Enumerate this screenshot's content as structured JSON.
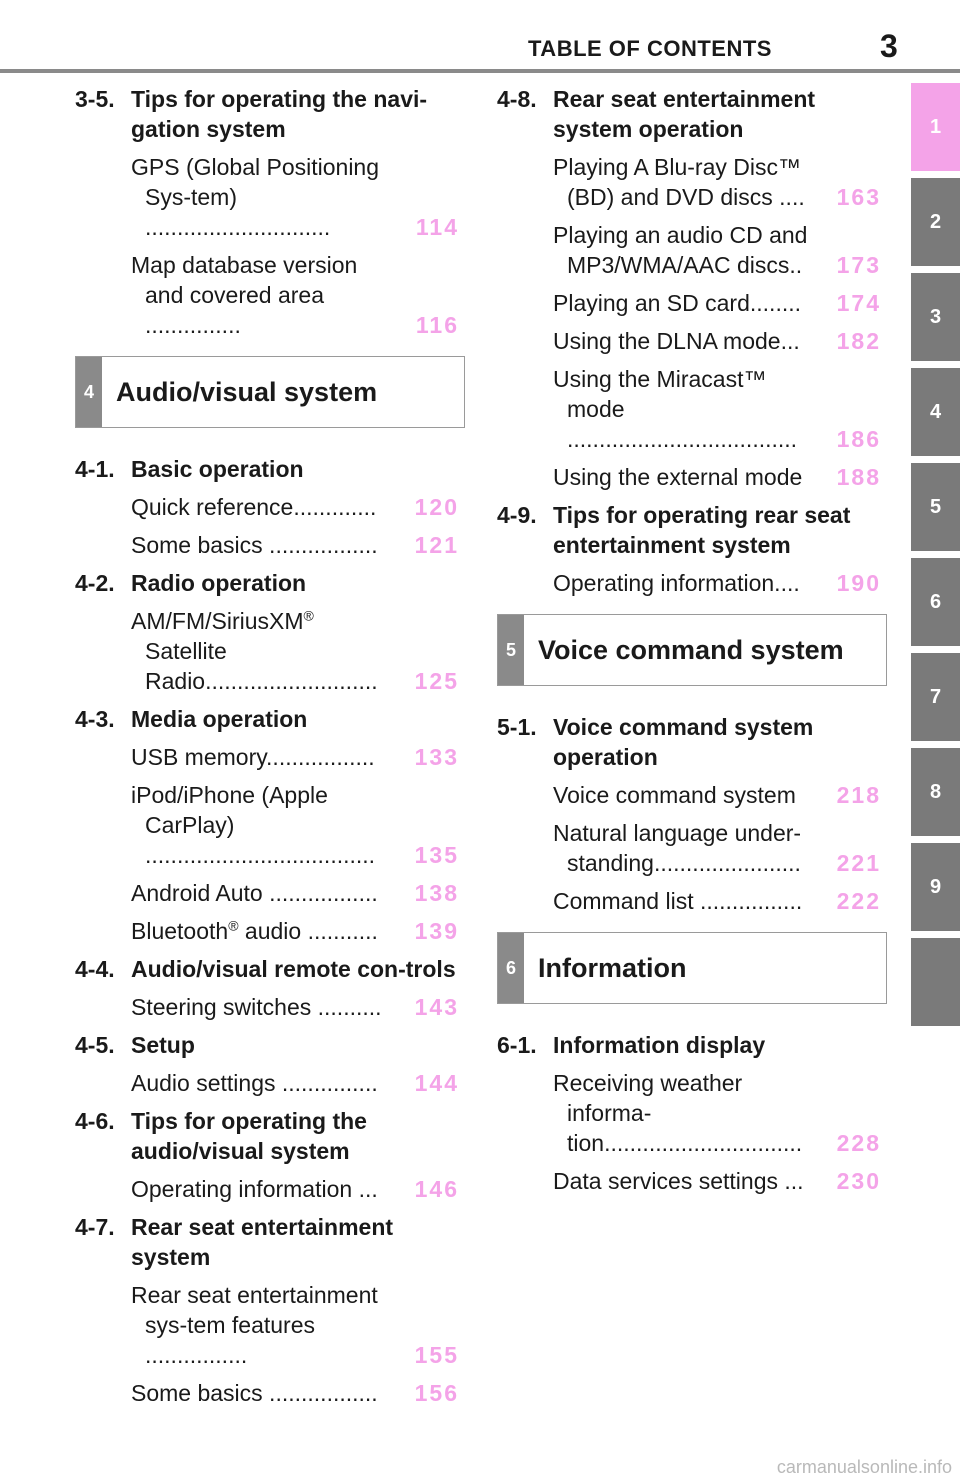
{
  "header": {
    "title": "TABLE OF CONTENTS",
    "page_number": "3"
  },
  "tabs": [
    "1",
    "2",
    "3",
    "4",
    "5",
    "6",
    "7",
    "8",
    "9",
    ""
  ],
  "left": {
    "sec_35": {
      "num": "3-5.",
      "title": "Tips for operating the navi-gation system",
      "e1": {
        "label": "GPS (Global Positioning Sys-tem) .............................",
        "page": "114"
      },
      "e2": {
        "label": "Map database version and covered area ...............",
        "page": "116"
      }
    },
    "chapter4": {
      "num": "4",
      "title": "Audio/visual system"
    },
    "sec_41": {
      "num": "4-1.",
      "title": "Basic operation",
      "e1": {
        "label": "Quick reference.............",
        "page": "120"
      },
      "e2": {
        "label": "Some basics .................",
        "page": "121"
      }
    },
    "sec_42": {
      "num": "4-2.",
      "title": "Radio operation",
      "e1": {
        "label_a": "AM/FM/SiriusXM",
        "sup": "®",
        "label_b": " Satellite Radio...........................",
        "page": "125"
      }
    },
    "sec_43": {
      "num": "4-3.",
      "title": "Media operation",
      "e1": {
        "label": "USB memory.................",
        "page": "133"
      },
      "e2": {
        "label": "iPod/iPhone (Apple CarPlay) ....................................",
        "page": "135"
      },
      "e3": {
        "label": "Android Auto .................",
        "page": "138"
      },
      "e4": {
        "label_a": "Bluetooth",
        "sup": "®",
        "label_b": " audio ...........",
        "page": "139"
      }
    },
    "sec_44": {
      "num": "4-4.",
      "title": "Audio/visual remote con-trols",
      "e1": {
        "label": "Steering switches ..........",
        "page": "143"
      }
    },
    "sec_45": {
      "num": "4-5.",
      "title": "Setup",
      "e1": {
        "label": "Audio settings ...............",
        "page": "144"
      }
    },
    "sec_46": {
      "num": "4-6.",
      "title": "Tips for operating the audio/visual system",
      "e1": {
        "label": "Operating information ...",
        "page": "146"
      }
    },
    "sec_47": {
      "num": "4-7.",
      "title": "Rear seat entertainment system",
      "e1": {
        "label": "Rear seat entertainment sys-tem features ................",
        "page": "155"
      },
      "e2": {
        "label": "Some basics .................",
        "page": "156"
      }
    }
  },
  "right": {
    "sec_48": {
      "num": "4-8.",
      "title": "Rear seat entertainment system operation",
      "e1": {
        "label": "Playing A Blu-ray Disc™ (BD) and DVD discs ....",
        "page": "163"
      },
      "e2": {
        "label": "Playing an audio CD and MP3/WMA/AAC discs..",
        "page": "173"
      },
      "e3": {
        "label": "Playing an SD card........",
        "page": "174"
      },
      "e4": {
        "label": "Using the DLNA mode...",
        "page": "182"
      },
      "e5": {
        "label": "Using the Miracast™ mode ....................................",
        "page": "186"
      },
      "e6": {
        "label": "Using the external mode",
        "page": "188"
      }
    },
    "sec_49": {
      "num": "4-9.",
      "title": "Tips for operating rear seat entertainment system",
      "e1": {
        "label": "Operating information....",
        "page": "190"
      }
    },
    "chapter5": {
      "num": "5",
      "title": "Voice command system"
    },
    "sec_51": {
      "num": "5-1.",
      "title": "Voice command system operation",
      "e1": {
        "label": "Voice command system",
        "page": "218"
      },
      "e2": {
        "label": "Natural language under-standing.......................",
        "page": "221"
      },
      "e3": {
        "label": "Command list ................",
        "page": "222"
      }
    },
    "chapter6": {
      "num": "6",
      "title": "Information"
    },
    "sec_61": {
      "num": "6-1.",
      "title": "Information display",
      "e1": {
        "label": "Receiving weather informa-tion...............................",
        "page": "228"
      },
      "e2": {
        "label": "Data services settings ...",
        "page": "230"
      }
    }
  },
  "watermark": "carmanualsonline.info",
  "colors": {
    "accent": "#f4a3e8",
    "tab_gray": "#7a7a7a",
    "rule": "#8a8a8a"
  }
}
